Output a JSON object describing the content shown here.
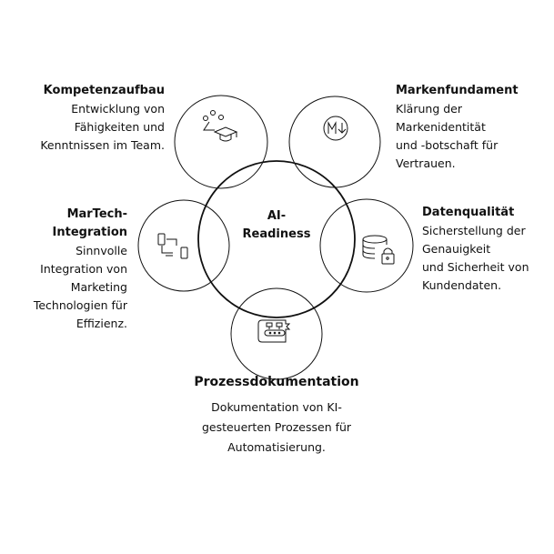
{
  "center": {
    "line1": "AI-",
    "line2": "Readiness"
  },
  "nodes": [
    {
      "title": "Kompetenzaufbau",
      "lines": [
        "Entwicklung von",
        "Fähigkeiten und",
        "Kenntnissen im Team."
      ],
      "icon": "people-graduation-cap-icon"
    },
    {
      "title": "Markenfundament",
      "lines": [
        "Klärung der",
        "Markenidentität",
        "und -botschaft für",
        "Vertrauen."
      ],
      "icon": "markdown-icon"
    },
    {
      "title": "Datenqualität",
      "lines": [
        "Sicherstellung der",
        "Genauigkeit",
        "und Sicherheit von",
        "Kundendaten."
      ],
      "icon": "database-lock-icon"
    },
    {
      "title_lines": [
        "MarTech-",
        "Integration"
      ],
      "lines": [
        "Sinnvolle",
        "Integration von",
        "Marketing",
        "Technologien für",
        "Effizienz."
      ],
      "icon": "connected-devices-icon"
    },
    {
      "title": "Prozessdokumentation",
      "lines": [
        "Dokumentation von KI-",
        "gesteuerten Prozessen für",
        "Automatisierung."
      ],
      "icon": "process-scroll-icon"
    }
  ]
}
